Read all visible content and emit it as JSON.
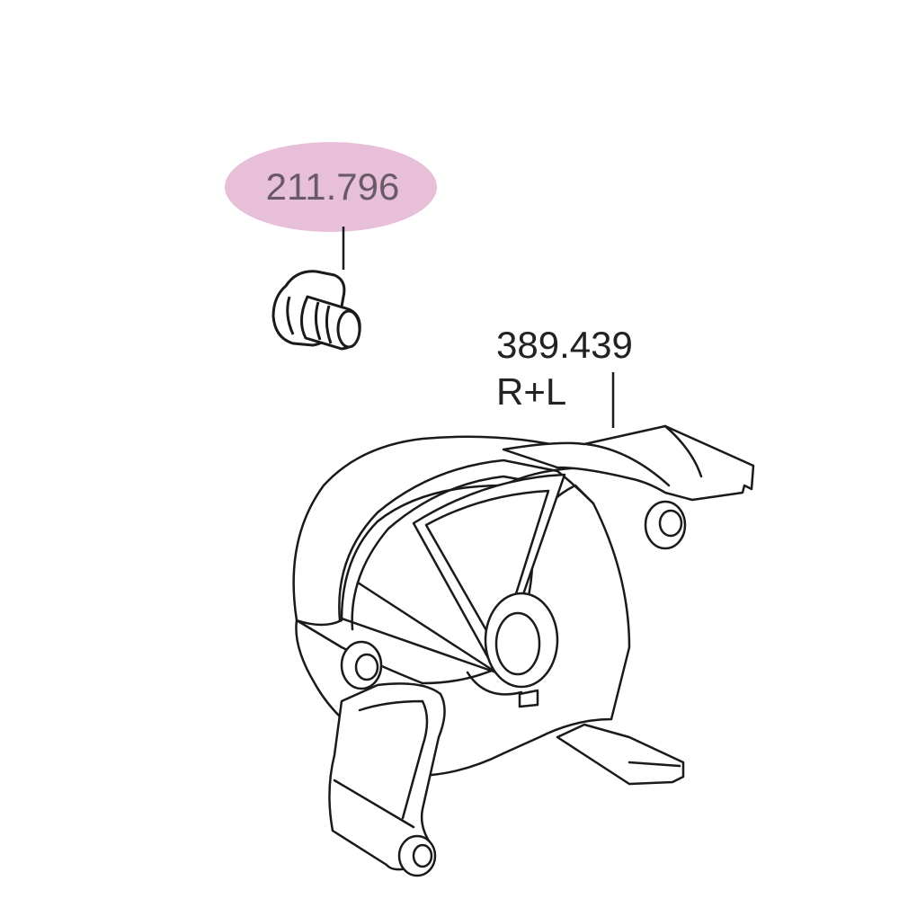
{
  "callouts": {
    "screw": {
      "part_number": "211.796",
      "highlight_color": "#e8bfd9",
      "text_color": "#6a5a66"
    },
    "guard": {
      "part_number": "389.439",
      "variant": "R+L",
      "text_color": "#222222"
    }
  },
  "colors": {
    "line": "#1a1a1a",
    "shade": "#e6e6e6"
  }
}
